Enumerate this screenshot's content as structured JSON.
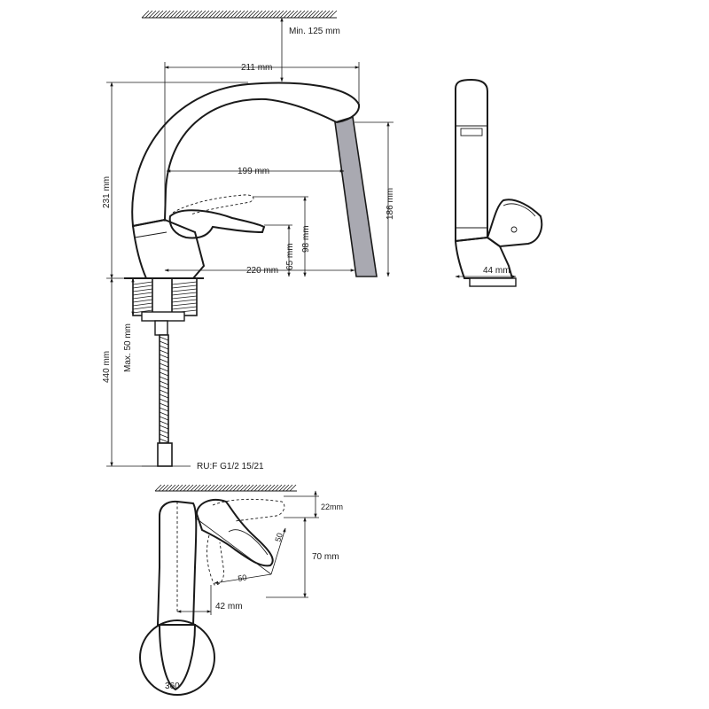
{
  "dimensions": {
    "min_ceiling": "Min. 125 mm",
    "width_211": "211 mm",
    "reach_199": "199 mm",
    "height_231": "231 mm",
    "height_186": "186 mm",
    "lever_65": "65 mm",
    "height_98": "98 mm",
    "base_220": "220 mm",
    "hose_440": "440 mm",
    "max_50": "Max. 50 mm",
    "connection": "RU:F G1/2 15/21",
    "side_44": "44 mm",
    "plan_22": "22mm",
    "plan_70": "70 mm",
    "plan_42": "42 mm",
    "angle_50a": "50",
    "angle_50b": "50",
    "rotation_360": "360"
  },
  "colors": {
    "line": "#1a1a1a",
    "water_fill": "#a9a9b1",
    "body_fill": "#ffffff"
  }
}
